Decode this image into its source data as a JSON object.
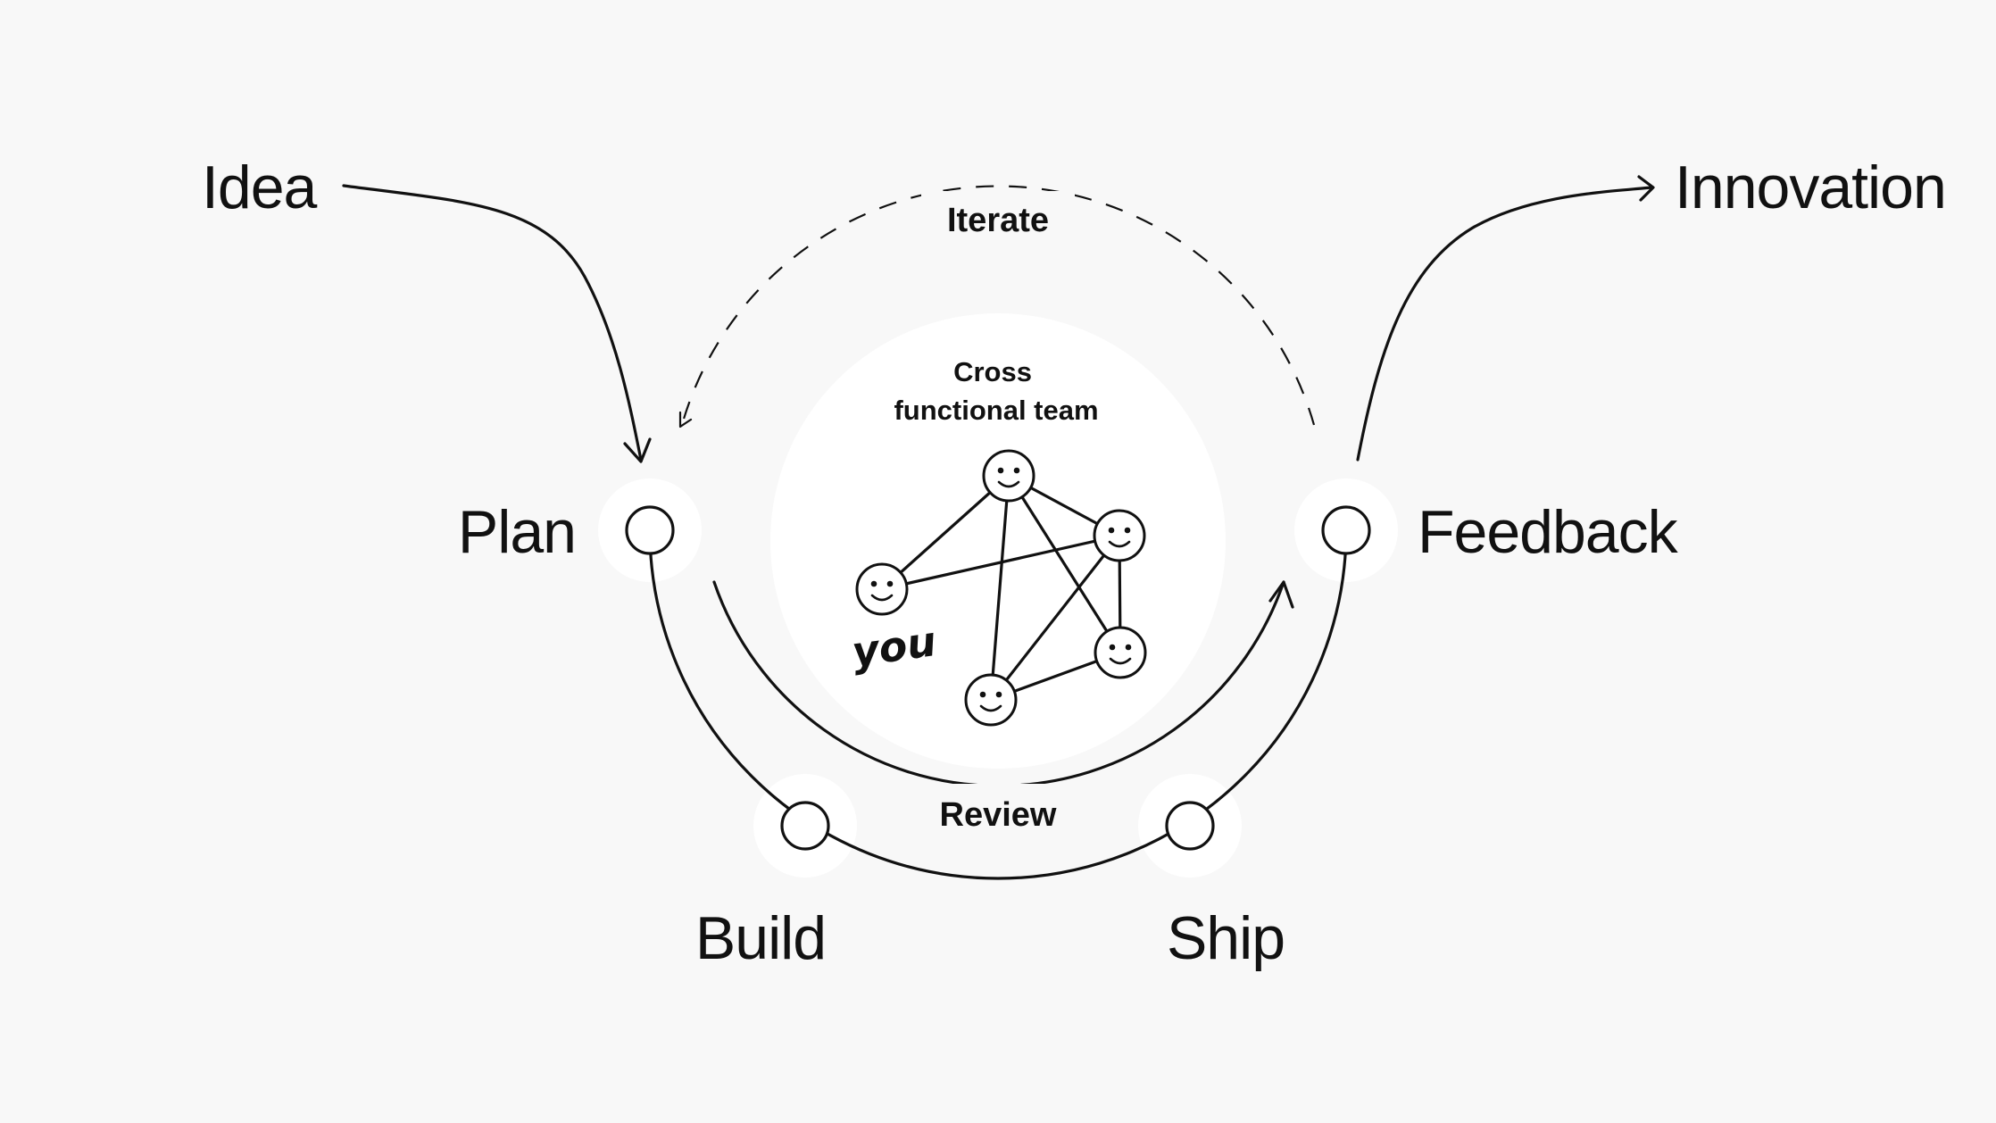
{
  "labels": {
    "idea": "Idea",
    "innovation": "Innovation",
    "iterate": "Iterate",
    "plan": "Plan",
    "feedback": "Feedback",
    "build": "Build",
    "ship": "Ship",
    "review": "Review",
    "team_line1": "Cross",
    "team_line2": "functional team",
    "you": "you"
  },
  "colors": {
    "background": "#f8f8f8",
    "ink": "#111111",
    "fill": "#ffffff"
  },
  "icons": [
    "smiley-face-icon",
    "arrow-head-icon",
    "dashed-loop-arrow"
  ]
}
